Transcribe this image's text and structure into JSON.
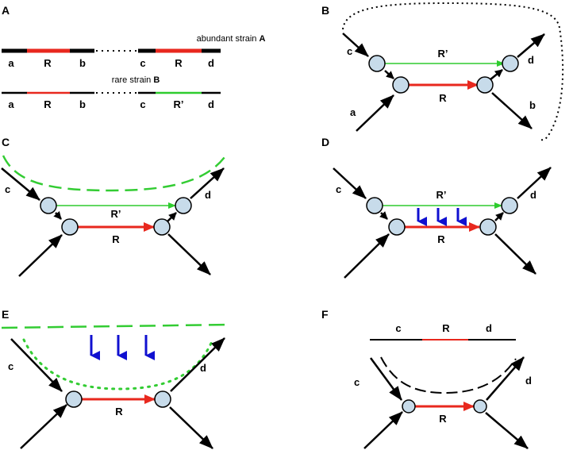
{
  "colors": {
    "black": "#000000",
    "red": "#e8281e",
    "green": "#2ecc2e",
    "dashed_green": "#33cc33",
    "blue": "#1010d0",
    "node_fill": "#c7dbea",
    "node_stroke": "#000000"
  },
  "panels": {
    "A": {
      "label": "A",
      "strain_a": {
        "title": "abundant strain ",
        "title_bold": "A",
        "left": [
          "a",
          "R",
          "b"
        ],
        "right": [
          "c",
          "R",
          "d"
        ]
      },
      "strain_b": {
        "title": "rare strain ",
        "title_bold": "B",
        "left": [
          "a",
          "R",
          "b"
        ],
        "right": [
          "c",
          "R’",
          "d"
        ]
      }
    },
    "B": {
      "label": "B",
      "c": "c",
      "d": "d",
      "a": "a",
      "b": "b",
      "R": "R",
      "Rp": "R’"
    },
    "C": {
      "label": "C",
      "c": "c",
      "d": "d",
      "R": "R",
      "Rp": "R’"
    },
    "D": {
      "label": "D",
      "c": "c",
      "d": "d",
      "R": "R",
      "Rp": "R’"
    },
    "E": {
      "label": "E",
      "c": "c",
      "d": "d",
      "R": "R"
    },
    "F": {
      "label": "F",
      "c": "c",
      "d": "d",
      "R": "R",
      "top": [
        "c",
        "R",
        "d"
      ]
    }
  }
}
